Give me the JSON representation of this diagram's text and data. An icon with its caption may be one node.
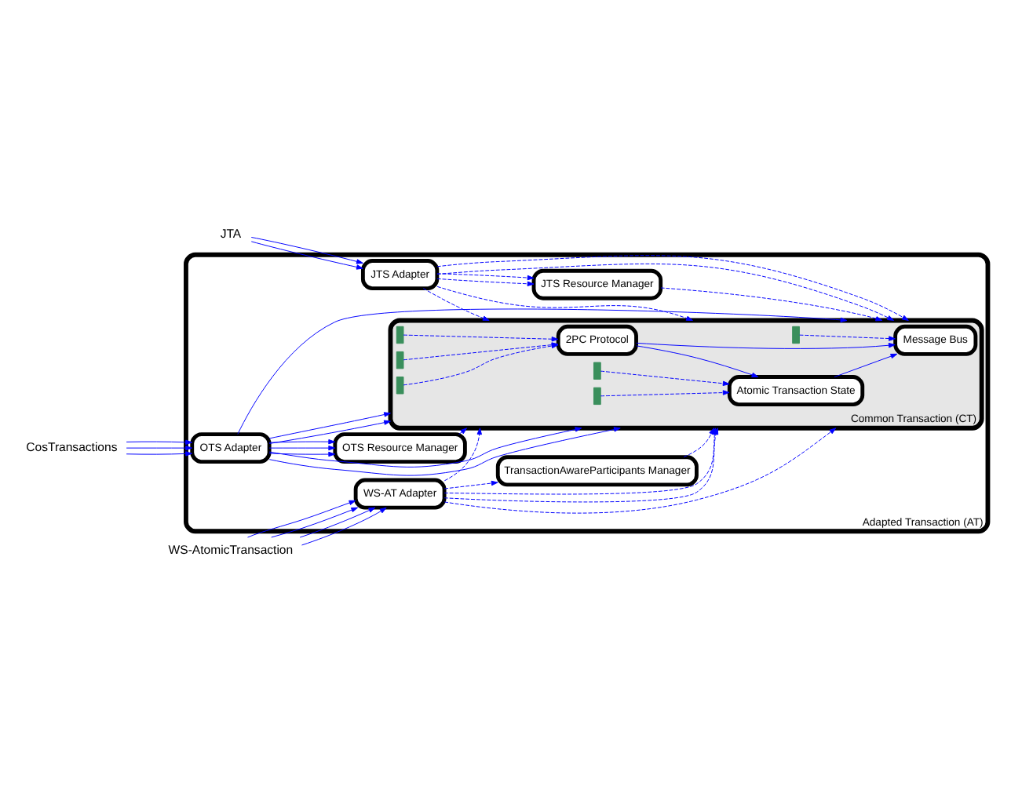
{
  "diagram": {
    "nodes": [
      {
        "text": [
          "Adapted Transaction (AT)"
        ]
      },
      {
        "text": [
          "CosTransactions"
        ]
      },
      {
        "text": [
          "JTA"
        ]
      },
      {
        "text": [
          "WS-AtomicTransaction"
        ]
      },
      {
        "text": [
          "OTS Adapter"
        ],
        "in": 0
      },
      {
        "text": [
          "JTS Adapter"
        ],
        "in": 0
      },
      {
        "text": [
          "WS-AT Adapter"
        ],
        "in": 0
      },
      {
        "text": [
          "OTS Resource Manager"
        ],
        "in": 0
      },
      {
        "text": [
          "Common Transaction (CT)"
        ],
        "in": 0
      },
      {
        "text": [
          "Atomic Transaction State"
        ],
        "in": 8
      },
      {
        "text": [
          "2PC Protocol"
        ],
        "in": 8
      },
      {
        "text": [
          "Message Bus"
        ],
        "in": 8
      },
      {
        "text": [
          "JTS Resource Manager"
        ],
        "in": 0
      },
      {
        "text": [
          "TransactionAwareParticipants Manager"
        ],
        "in": 0
      },
      {
        "text": [],
        "shape": "bar",
        "in": 8
      },
      {
        "text": [],
        "shape": "bar",
        "in": 8
      },
      {
        "text": [],
        "shape": "bar",
        "in": 8
      },
      {
        "text": [],
        "shape": "bar",
        "in": 8
      },
      {
        "text": [],
        "shape": "bar",
        "in": 8
      },
      {
        "text": [],
        "shape": "bar",
        "in": 8
      }
    ],
    "edges": [
      {
        "from": 1,
        "to": 4,
        "arrow": "to"
      },
      {
        "from": 1,
        "to": 4,
        "arrow": "to"
      },
      {
        "from": 1,
        "to": 4,
        "arrow": "to"
      },
      {
        "from": 2,
        "to": 5,
        "arrow": "to"
      },
      {
        "from": 2,
        "to": 5,
        "arrow": "to"
      },
      {
        "from": 3,
        "to": 6,
        "arrow": "to"
      },
      {
        "from": 3,
        "to": 6,
        "arrow": "to"
      },
      {
        "from": 3,
        "to": 6,
        "arrow": "to"
      },
      {
        "from": 3,
        "to": 6,
        "arrow": "to"
      },
      {
        "from": 4,
        "to": 7,
        "arrow": "to"
      },
      {
        "from": 4,
        "to": 7,
        "arrow": "to"
      },
      {
        "from": 4,
        "to": 7,
        "arrow": "to"
      },
      {
        "from": 4,
        "to": 8,
        "arrow": "to"
      },
      {
        "from": 4,
        "to": 8,
        "arrow": "to"
      },
      {
        "from": 4,
        "to": 8,
        "arrow": "to"
      },
      {
        "from": 4,
        "to": 8,
        "arrow": "to"
      },
      {
        "from": 4,
        "to": 8,
        "arrow": "to"
      },
      {
        "from": 5,
        "to": 8,
        "arrow": "to",
        "style": "dashed"
      },
      {
        "from": 5,
        "to": 8,
        "arrow": "to",
        "style": "dashed"
      },
      {
        "from": 5,
        "to": 8,
        "arrow": "to",
        "style": "dashed"
      },
      {
        "from": 5,
        "to": 8,
        "arrow": "to",
        "style": "dashed"
      },
      {
        "from": 5,
        "to": 12,
        "arrow": "to",
        "style": "dashed"
      },
      {
        "from": 5,
        "to": 12,
        "arrow": "to",
        "style": "dashed"
      },
      {
        "from": 6,
        "to": 8,
        "arrow": "to",
        "style": "dashed"
      },
      {
        "from": 6,
        "to": 8,
        "arrow": "to",
        "style": "dashed"
      },
      {
        "from": 6,
        "to": 8,
        "arrow": "to",
        "style": "dashed"
      },
      {
        "from": 6,
        "to": 8,
        "arrow": "to",
        "style": "dashed"
      },
      {
        "from": 6,
        "to": 13,
        "arrow": "to",
        "style": "dashed"
      },
      {
        "from": 7,
        "to": 8,
        "arrow": "to"
      },
      {
        "from": 12,
        "to": 8,
        "arrow": "to",
        "style": "dashed"
      },
      {
        "from": 13,
        "to": 8,
        "arrow": "to",
        "style": "dashed"
      },
      {
        "from": 14,
        "to": 9,
        "arrow": "to",
        "style": "dashed"
      },
      {
        "from": 15,
        "to": 9,
        "arrow": "to",
        "style": "dashed"
      },
      {
        "from": 16,
        "to": 10,
        "arrow": "to",
        "style": "dashed"
      },
      {
        "from": 17,
        "to": 10,
        "arrow": "to",
        "style": "dashed"
      },
      {
        "from": 18,
        "to": 10,
        "arrow": "to",
        "style": "dashed"
      },
      {
        "from": 19,
        "to": 11,
        "arrow": "to",
        "style": "dashed"
      },
      {
        "from": 10,
        "to": 9,
        "arrow": "to"
      },
      {
        "from": 10,
        "to": 11,
        "arrow": "to"
      },
      {
        "from": 9,
        "to": 11,
        "arrow": "to"
      }
    ]
  }
}
